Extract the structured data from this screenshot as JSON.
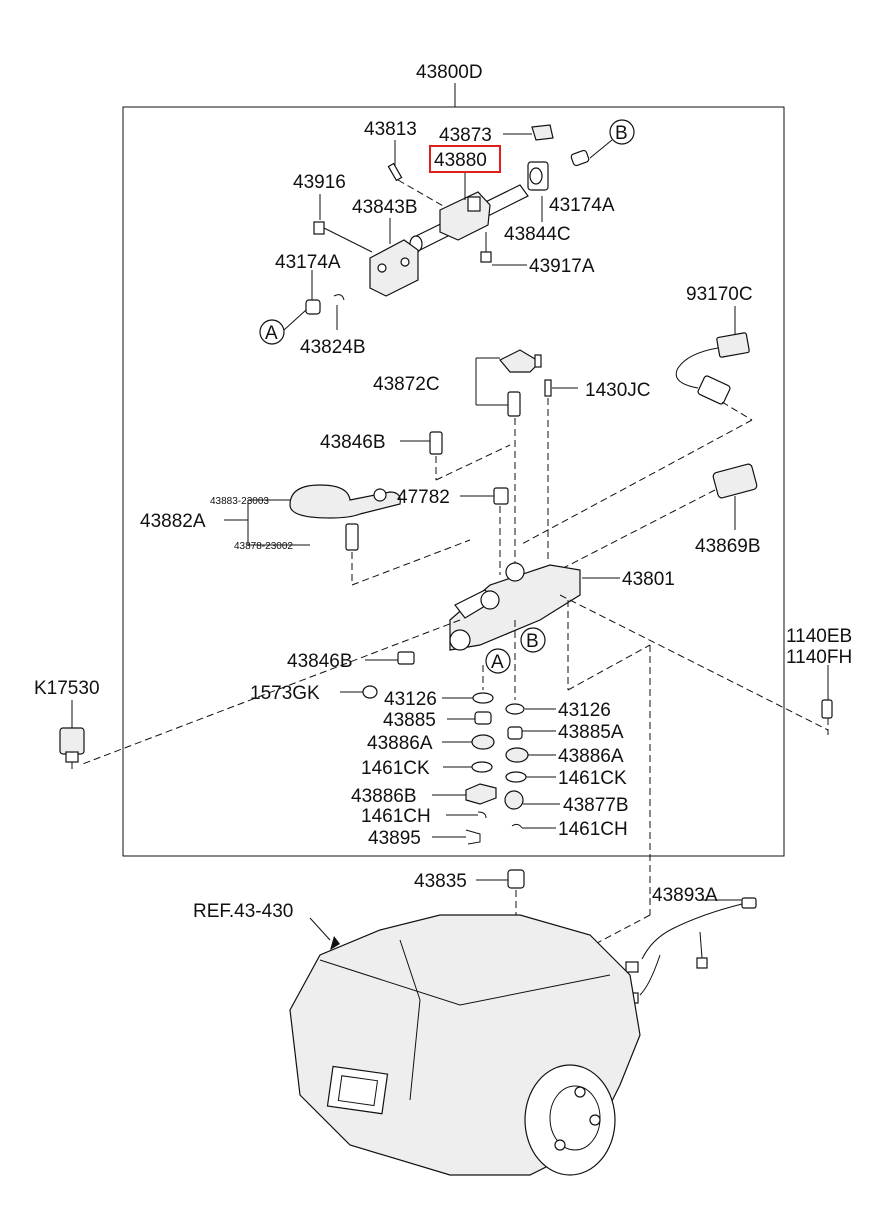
{
  "labels": {
    "assembly": "43800D",
    "p43813": "43813",
    "p43873": "43873",
    "p43880": "43880",
    "p43916": "43916",
    "p43843B": "43843B",
    "p43174A_right": "43174A",
    "p43844C": "43844C",
    "p43917A": "43917A",
    "p43174A_left": "43174A",
    "p43824B": "43824B",
    "p93170C": "93170C",
    "p43872C": "43872C",
    "p1430JC": "1430JC",
    "p43846B_top": "43846B",
    "p47782": "47782",
    "p43883": "43883-23003",
    "p43882A": "43882A",
    "p43878": "43878-23002",
    "p43869B": "43869B",
    "p43801": "43801",
    "p1140EB": "1140EB",
    "p1140FH": "1140FH",
    "pK17530": "K17530",
    "p43846B_bottom": "43846B",
    "p1573GK": "1573GK",
    "p43126_left": "43126",
    "p43126_right": "43126",
    "p43885": "43885",
    "p43885A": "43885A",
    "p43886A_left": "43886A",
    "p43886A_right": "43886A",
    "p1461CK_left": "1461CK",
    "p1461CK_right": "1461CK",
    "p43886B": "43886B",
    "p43877B": "43877B",
    "p1461CH_left": "1461CH",
    "p1461CH_right": "1461CH",
    "p43895": "43895",
    "p43835": "43835",
    "p43893A": "43893A",
    "ref": "REF.43-430"
  },
  "callouts": {
    "a": "A",
    "b": "B"
  },
  "highlight_color": "#e0201b"
}
